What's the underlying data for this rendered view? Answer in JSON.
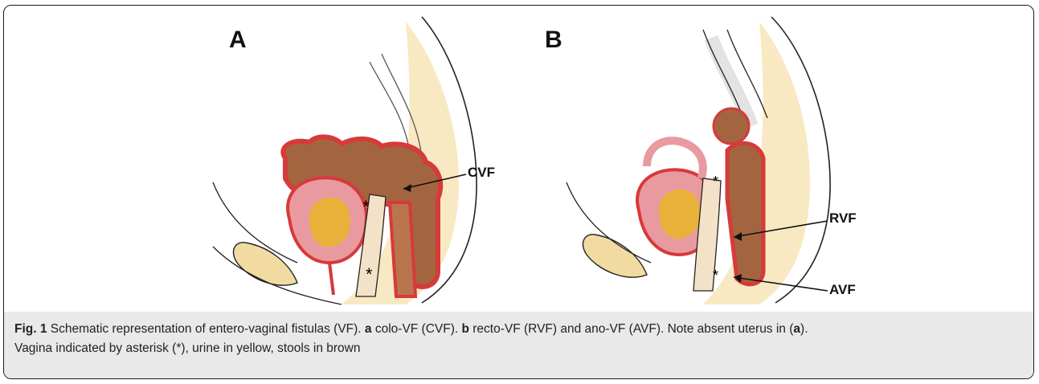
{
  "figure": {
    "panel_a_label": "A",
    "panel_b_label": "B",
    "panel_a_annotations": {
      "cvf": "CVF"
    },
    "panel_b_annotations": {
      "rvf": "RVF",
      "avf": "AVF"
    },
    "caption": {
      "fig_label": "Fig. 1",
      "intro": " Schematic representation of entero-vaginal fistulas (VF). ",
      "a_letter": "a",
      "a_text": " colo-VF (CVF). ",
      "b_letter": "b",
      "b_text": " recto-VF (RVF) and ano-VF (AVF). Note absent uterus in (",
      "a_ref": "a",
      "close": ").",
      "line2": "Vagina indicated by asterisk (*), urine in yellow, stools in brown"
    },
    "colors": {
      "bone": "#f2dba2",
      "muscle_red": "#d63a3a",
      "muscle_pink": "#e99aa0",
      "bowel_brown": "#a3653f",
      "urine_yellow": "#e8b23a",
      "vagina_pale": "#f4e2c8",
      "outline": "#222222"
    }
  }
}
